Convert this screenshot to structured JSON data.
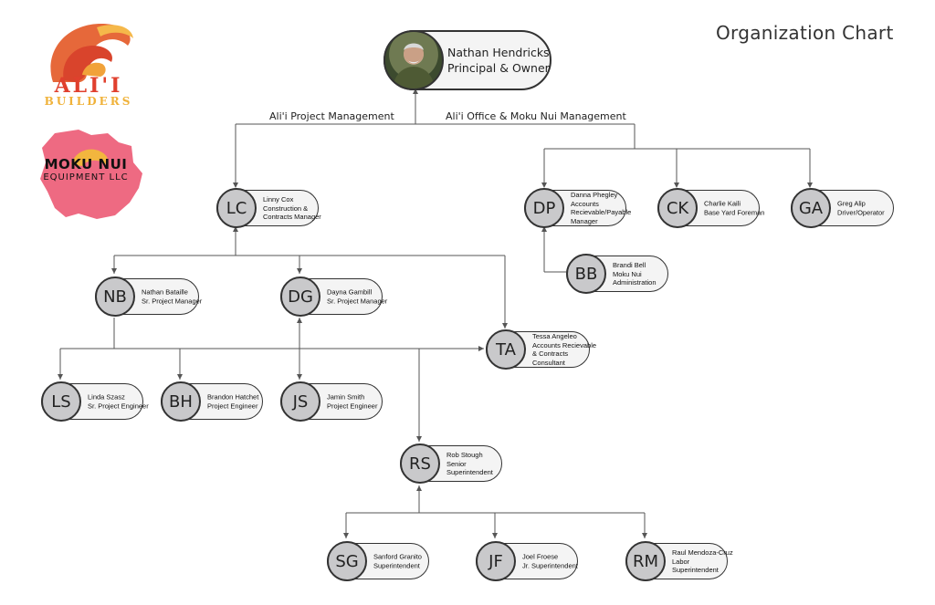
{
  "title": "Organization Chart",
  "logos": {
    "alii": {
      "line1": "ALI'I",
      "line2": "BUILDERS"
    },
    "mokunui": {
      "line1": "MOKU NUI",
      "line2": "EQUIPMENT LLC"
    }
  },
  "branches": {
    "left": "Ali'i Project Management",
    "right": "Ali'i Office & Moku Nui Management"
  },
  "top": {
    "name": "Nathan Hendricks",
    "role": "Principal & Owner"
  },
  "people": {
    "lc": {
      "initials": "LC",
      "l1": "Linny Cox",
      "l2": "Construction &",
      "l3": "Contracts Manager"
    },
    "dp": {
      "initials": "DP",
      "l1": "Danna Phegley",
      "l2": "Accounts",
      "l3": "Recievable/Payable",
      "l4": "Manager"
    },
    "ck": {
      "initials": "CK",
      "l1": "Charlie Kaili",
      "l2": "Base Yard Foreman"
    },
    "ga": {
      "initials": "GA",
      "l1": "Greg Alip",
      "l2": "Driver/Operator"
    },
    "bb": {
      "initials": "BB",
      "l1": "Brandi Bell",
      "l2": "Moku Nui",
      "l3": "Administration"
    },
    "nb": {
      "initials": "NB",
      "l1": "Nathan Bataille",
      "l2": "Sr. Project Manager"
    },
    "dg": {
      "initials": "DG",
      "l1": "Dayna Gambill",
      "l2": "Sr. Project Manager"
    },
    "ta": {
      "initials": "TA",
      "l1": "Tessa Angeleo",
      "l2": "Accounts Recievable",
      "l3": "& Contracts",
      "l4": "Consultant"
    },
    "ls": {
      "initials": "LS",
      "l1": "Linda Szasz",
      "l2": "Sr. Project Engineer"
    },
    "bh": {
      "initials": "BH",
      "l1": "Brandon Hatchet",
      "l2": "Project Engineer"
    },
    "js": {
      "initials": "JS",
      "l1": "Jamin Smith",
      "l2": "Project Engineer"
    },
    "rs": {
      "initials": "RS",
      "l1": "Rob Stough",
      "l2": "Senior",
      "l3": "Superintendent"
    },
    "sg": {
      "initials": "SG",
      "l1": "Sanford Granito",
      "l2": "Superintendent"
    },
    "jf": {
      "initials": "JF",
      "l1": "Joel Froese",
      "l2": "Jr. Superintendent"
    },
    "rm": {
      "initials": "RM",
      "l1": "Raul Mendoza-Cruz",
      "l2": "Labor",
      "l3": "Superintendent"
    }
  }
}
